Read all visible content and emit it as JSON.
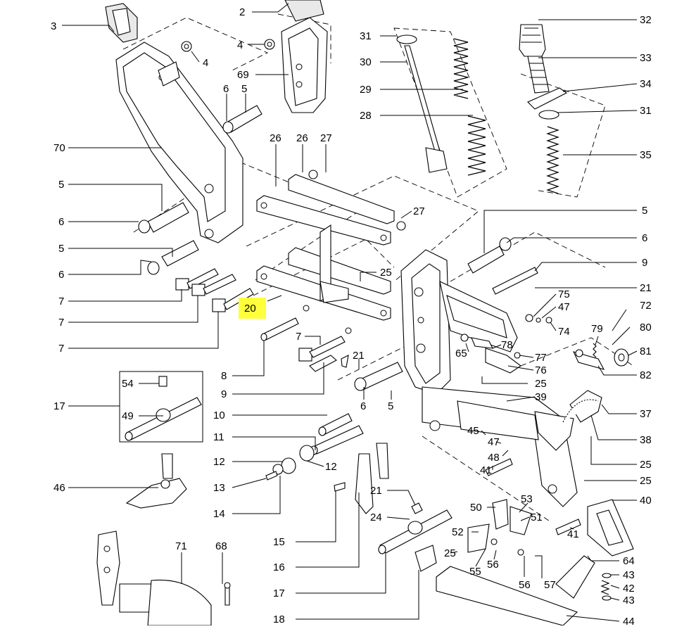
{
  "callouts": {
    "c2": "2",
    "c3": "3",
    "c4a": "4",
    "c4b": "4",
    "c69": "69",
    "c6a": "6",
    "c5a": "5",
    "c70": "70",
    "c5b": "5",
    "c6b": "6",
    "c5c": "5",
    "c6c": "6",
    "c7a": "7",
    "c7b": "7",
    "c7c": "7",
    "c20": "20",
    "c26a": "26",
    "c26b": "26",
    "c27a": "27",
    "c27b": "27",
    "c25a": "25",
    "c7d": "7",
    "c21a": "21",
    "c8": "8",
    "c9": "9",
    "c6d": "6",
    "c5d": "5",
    "c54": "54",
    "c17a": "17",
    "c49": "49",
    "c10": "10",
    "c11": "11",
    "c12a": "12",
    "c12b": "12",
    "c13": "13",
    "c14": "14",
    "c46": "46",
    "c71": "71",
    "c68": "68",
    "c15": "15",
    "c16": "16",
    "c17b": "17",
    "c18": "18",
    "c21b": "21",
    "c24": "24",
    "c31a": "31",
    "c30": "30",
    "c29": "29",
    "c28": "28",
    "c32": "32",
    "c33": "33",
    "c34": "34",
    "c31b": "31",
    "c35": "35",
    "c5e": "5",
    "c6e": "6",
    "c9b": "9",
    "c21c": "21",
    "c75": "75",
    "c47a": "47",
    "c74": "74",
    "c72": "72",
    "c80": "80",
    "c79": "79",
    "c81": "81",
    "c82": "82",
    "c65": "65",
    "c78": "78",
    "c77": "77",
    "c76": "76",
    "c25b": "25",
    "c39": "39",
    "c37": "37",
    "c38": "38",
    "c45": "45",
    "c47b": "47",
    "c48": "48",
    "c25c": "25",
    "c25d": "25",
    "c41a": "41",
    "c40": "40",
    "c50": "50",
    "c53": "53",
    "c51": "51",
    "c52": "52",
    "c41b": "41",
    "c25e": "25",
    "c55": "55",
    "c56a": "56",
    "c56b": "56",
    "c57": "57",
    "c64": "64",
    "c43a": "43",
    "c42": "42",
    "c43b": "43",
    "c44": "44"
  },
  "highlight": {
    "label": "20",
    "color": "#ffff3c"
  }
}
